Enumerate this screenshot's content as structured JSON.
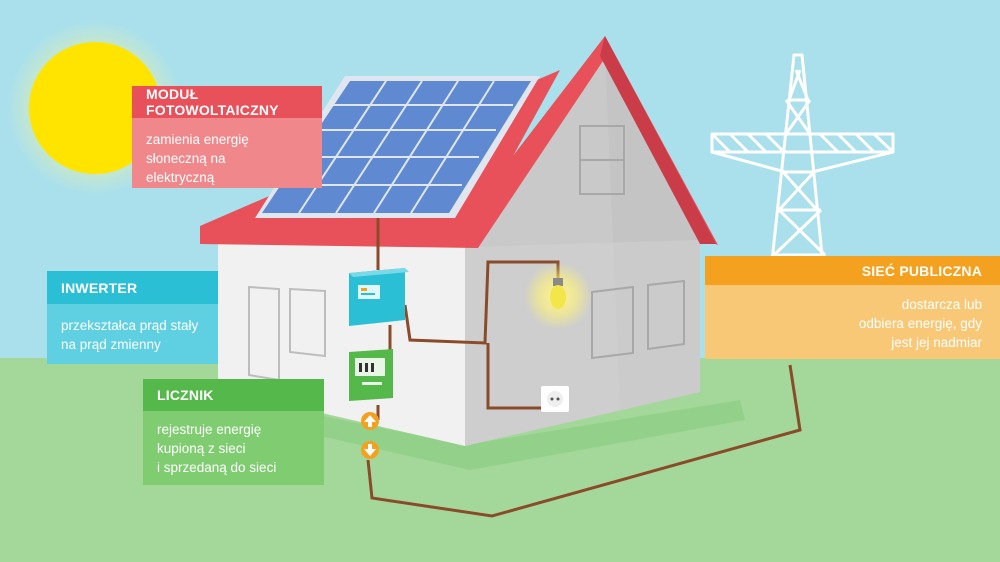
{
  "labels": {
    "pv_module": {
      "title": "MODUŁ FOTOWOLTAICZNY",
      "description": "zamienia energię\nsłoneczną na\nelektryczną",
      "color": "#e8505a"
    },
    "inverter": {
      "title": "INWERTER",
      "description": "przekształca prąd stały\nna prąd zmienny",
      "color": "#2bbfd6"
    },
    "meter": {
      "title": "LICZNIK",
      "description": "rejestruje energię\nkupioną z sieci\ni sprzedaną do sieci",
      "color": "#55b84a"
    },
    "public_grid": {
      "title": "SIEĆ PUBLICZNA",
      "description": "dostarcza lub\nodbiera energię, gdy\njest jej nadmiar",
      "color": "#f5a120"
    }
  },
  "colors": {
    "sky": "#a9e0ec",
    "grass": "#a3d89a",
    "sun": "#ffe400",
    "roof": "#e8505a",
    "wall": "#f2f2f2",
    "panel": "#5f8ad1",
    "cable": "#8a4b2a",
    "tower": "#ffffff"
  },
  "icons": [
    "sun-icon",
    "solar-panel-icon",
    "inverter-icon",
    "meter-icon",
    "light-bulb-icon",
    "socket-icon",
    "arrow-up-icon",
    "arrow-down-icon",
    "power-tower-icon"
  ]
}
